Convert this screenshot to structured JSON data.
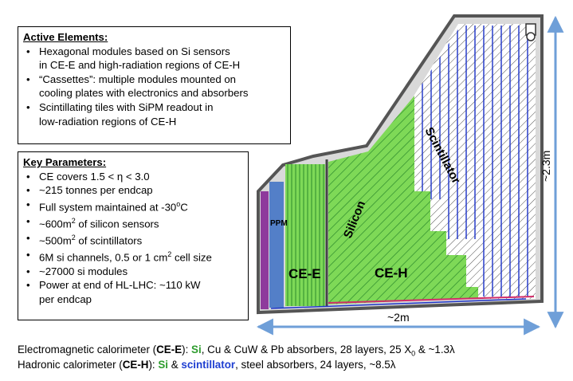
{
  "active": {
    "title": "Active Elements:",
    "items": [
      [
        "Hexagonal modules based on Si sensors",
        "in CE-E and high-radiation regions of CE-H"
      ],
      [
        "“Cassettes”: multiple modules mounted on",
        "cooling plates with electronics and absorbers"
      ],
      [
        "Scintillating tiles with SiPM readout in",
        "low-radiation regions of CE-H"
      ]
    ]
  },
  "key": {
    "title": "Key Parameters:",
    "items": [
      {
        "a": "CE covers 1.5 < η < 3.0"
      },
      {
        "a": "~215 tonnes per endcap"
      },
      {
        "a": "Full system maintained at -30",
        "sup": "o",
        "b": "C"
      },
      {
        "a": "~600m",
        "sup": "2",
        "b": " of silicon sensors"
      },
      {
        "a": "~500m",
        "sup": "2",
        "b": " of scintillators"
      },
      {
        "a": "6M si channels, 0.5 or 1 cm",
        "sup": "2",
        "b": " cell size"
      },
      {
        "a": "~27000 si modules"
      },
      {
        "a": "Power at end of HL-LHC: ~110 kW",
        "line2": "per endcap"
      }
    ]
  },
  "diagram": {
    "labels": {
      "ce_e": "CE-E",
      "ce_h": "CE-H",
      "silicon": "Silicon",
      "scintillator": "Scintillator",
      "ppm": "PPM"
    },
    "width_label": "~2m",
    "height_label": "~2.3m",
    "colors": {
      "silicon": "#7ed957",
      "silicon_dark": "#2c8a2c",
      "scint_blue": "#1f35c8",
      "frame": "#555555",
      "dim_arrow": "#6f9fd8",
      "purple": "#8e3a9c",
      "blue_strip": "#3b6fc4"
    }
  },
  "captions": {
    "line1": {
      "p1": "Electromagnetic calorimeter (",
      "abbr": "CE-E",
      "p2": "): ",
      "si": "Si",
      "p3": ", Cu & CuW & Pb absorbers, 28 layers, 25 X",
      "sub": "0",
      "p4": " & ~1.3λ"
    },
    "line2": {
      "p1": "Hadronic calorimeter (",
      "abbr": "CE-H",
      "p2": "): ",
      "si": "Si",
      "p3": " & ",
      "sc": "scintillator",
      "p4": ", steel absorbers, 24 layers, ~8.5λ"
    }
  }
}
